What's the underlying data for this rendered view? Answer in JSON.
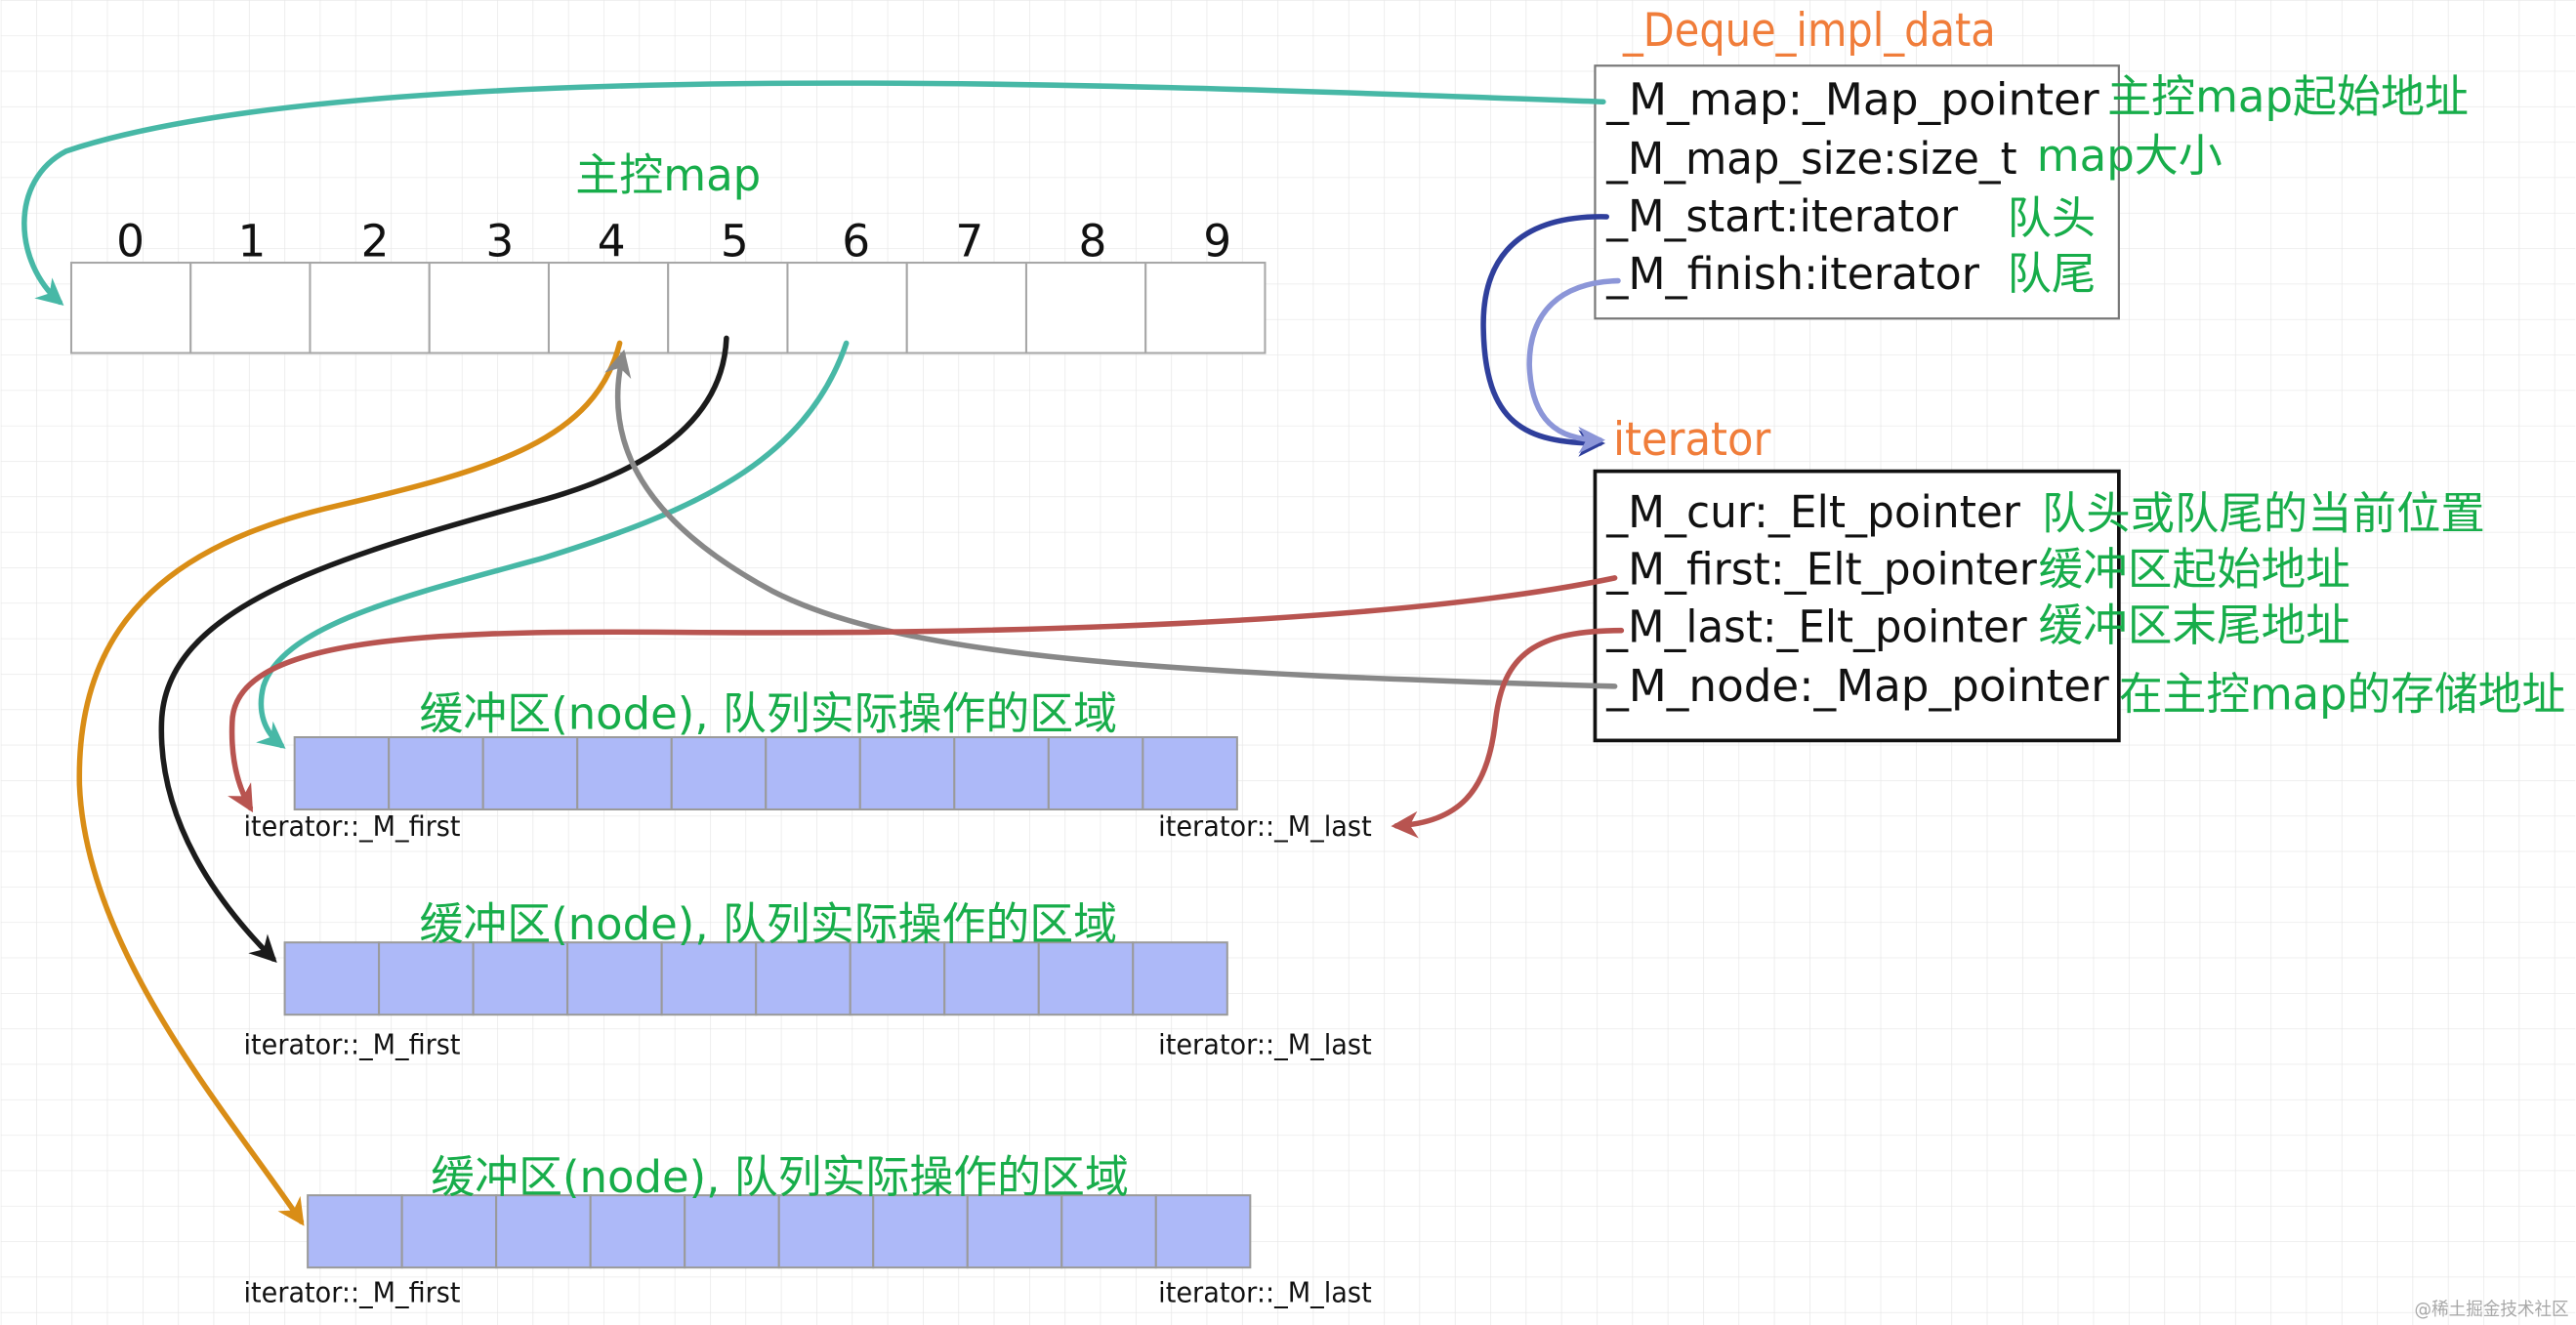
{
  "impl_data": {
    "title": "_Deque_impl_data",
    "fields": [
      {
        "name": "_M_map:_Map_pointer",
        "note": "主控map起始地址"
      },
      {
        "name": "_M_map_size:size_t",
        "note": "map大小"
      },
      {
        "name": "_M_start:iterator",
        "note": "队头"
      },
      {
        "name": "_M_finish:iterator",
        "note": "队尾"
      }
    ]
  },
  "iterator": {
    "title": "iterator",
    "fields": [
      {
        "name": "_M_cur:_Elt_pointer",
        "note": "队头或队尾的当前位置"
      },
      {
        "name": "_M_first:_Elt_pointer",
        "note": "缓冲区起始地址"
      },
      {
        "name": "_M_last:_Elt_pointer",
        "note": "缓冲区末尾地址"
      },
      {
        "name": "_M_node:_Map_pointer",
        "note": "在主控map的存储地址"
      }
    ]
  },
  "map": {
    "title": "主控map",
    "indices": [
      "0",
      "1",
      "2",
      "3",
      "4",
      "5",
      "6",
      "7",
      "8",
      "9"
    ]
  },
  "buffers": [
    {
      "label": "缓冲区(node), 队列实际操作的区域",
      "first_label": "iterator::_M_first",
      "last_label": "iterator::_M_last"
    },
    {
      "label": "缓冲区(node), 队列实际操作的区域",
      "first_label": "iterator::_M_first",
      "last_label": "iterator::_M_last"
    },
    {
      "label": "缓冲区(node), 队列实际操作的区域",
      "first_label": "iterator::_M_first",
      "last_label": "iterator::_M_last"
    }
  ],
  "watermark": "@稀土掘金技术社区",
  "colors": {
    "title": "#f07d3a",
    "note": "#17ad4a",
    "teal": "#47b8a6",
    "navy": "#2f3f9c",
    "lavender": "#8c96d8",
    "amber": "#d98d16",
    "ink": "#1b1b1b",
    "gray": "#888888",
    "red": "#b85450",
    "buffer": "#adb9f8"
  }
}
